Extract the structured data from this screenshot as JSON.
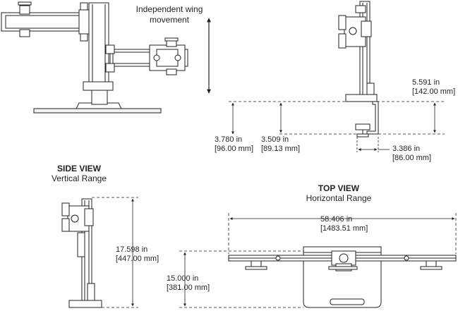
{
  "callouts": {
    "wing": [
      "Independent wing",
      "movement"
    ]
  },
  "views": {
    "side": {
      "title": "SIDE VIEW",
      "subtitle": "Vertical Range"
    },
    "top": {
      "title": "TOP VIEW",
      "subtitle": "Horizontal Range"
    }
  },
  "dimensions": {
    "top_depth_a": {
      "in": "3.780 in",
      "mm": "[96.00 mm]"
    },
    "top_depth_b": {
      "in": "3.509 in",
      "mm": "[89.13 mm]"
    },
    "base_height": {
      "in": "5.591 in",
      "mm": "[142.00 mm]"
    },
    "clamp_offset": {
      "in": "3.386 in",
      "mm": "[86.00 mm]"
    },
    "vertical_range": {
      "in": "17.598 in",
      "mm": "[447.00 mm]"
    },
    "horizontal_range": {
      "in": "58.406 in",
      "mm": "[1483.51 mm]"
    },
    "reach": {
      "in": "15.000 in",
      "mm": "[381.00 mm]"
    }
  },
  "colors": {
    "line": "#231f20",
    "fill": "#ffffff",
    "shade": "#d9d9d9"
  }
}
